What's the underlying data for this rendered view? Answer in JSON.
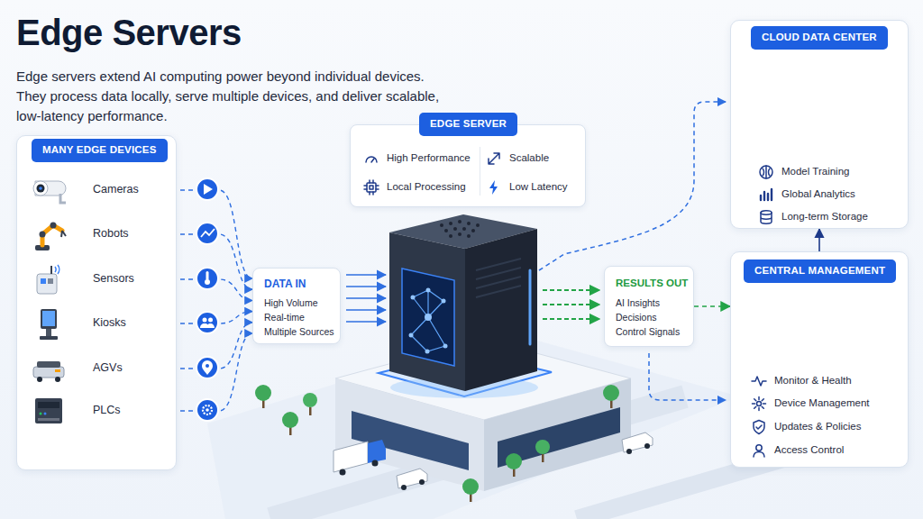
{
  "diagram": {
    "title": "Edge Servers",
    "caption": "Edge servers extend AI computing power beyond individual devices. They process data locally, serve multiple devices, and deliver scalable, low-latency performance.",
    "nodes": [
      {
        "text": [
          "MANY EDGE DEVICES"
        ]
      },
      {
        "text": [
          "Cameras"
        ],
        "in": 0
      },
      {
        "text": [
          "Robots"
        ],
        "in": 0
      },
      {
        "text": [
          "Sensors"
        ],
        "in": 0
      },
      {
        "text": [
          "Kiosks"
        ],
        "in": 0
      },
      {
        "text": [
          "AGVs"
        ],
        "in": 0
      },
      {
        "text": [
          "PLCs"
        ],
        "in": 0
      },
      {
        "text": [
          "EDGE SERVER",
          "High Performance",
          "Scalable",
          "Local Processing",
          "Low Latency"
        ]
      },
      {
        "text": [
          "DATA IN",
          "High Volume",
          "Real-time",
          "Multiple Sources"
        ]
      },
      {
        "text": [
          "RESULTS OUT",
          "AI Insights",
          "Decisions",
          "Control Signals"
        ]
      },
      {
        "text": [
          "CLOUD DATA CENTER",
          "Model Training",
          "Global Analytics",
          "Long-term Storage"
        ]
      },
      {
        "text": [
          "CENTRAL MANAGEMENT",
          "Monitor & Health",
          "Device Management",
          "Updates & Policies",
          "Access Control"
        ]
      }
    ],
    "edges": [
      {
        "from": 1,
        "to": 8,
        "arrow": "to"
      },
      {
        "from": 2,
        "to": 8,
        "arrow": "to"
      },
      {
        "from": 3,
        "to": 8,
        "arrow": "to"
      },
      {
        "from": 4,
        "to": 8,
        "arrow": "to"
      },
      {
        "from": 5,
        "to": 8,
        "arrow": "to"
      },
      {
        "from": 6,
        "to": 8,
        "arrow": "to"
      },
      {
        "from": 9,
        "to": 11,
        "arrow": "to"
      },
      {
        "from": 11,
        "to": 10,
        "arrow": "to"
      }
    ],
    "labels": [
      "..."
    ]
  }
}
